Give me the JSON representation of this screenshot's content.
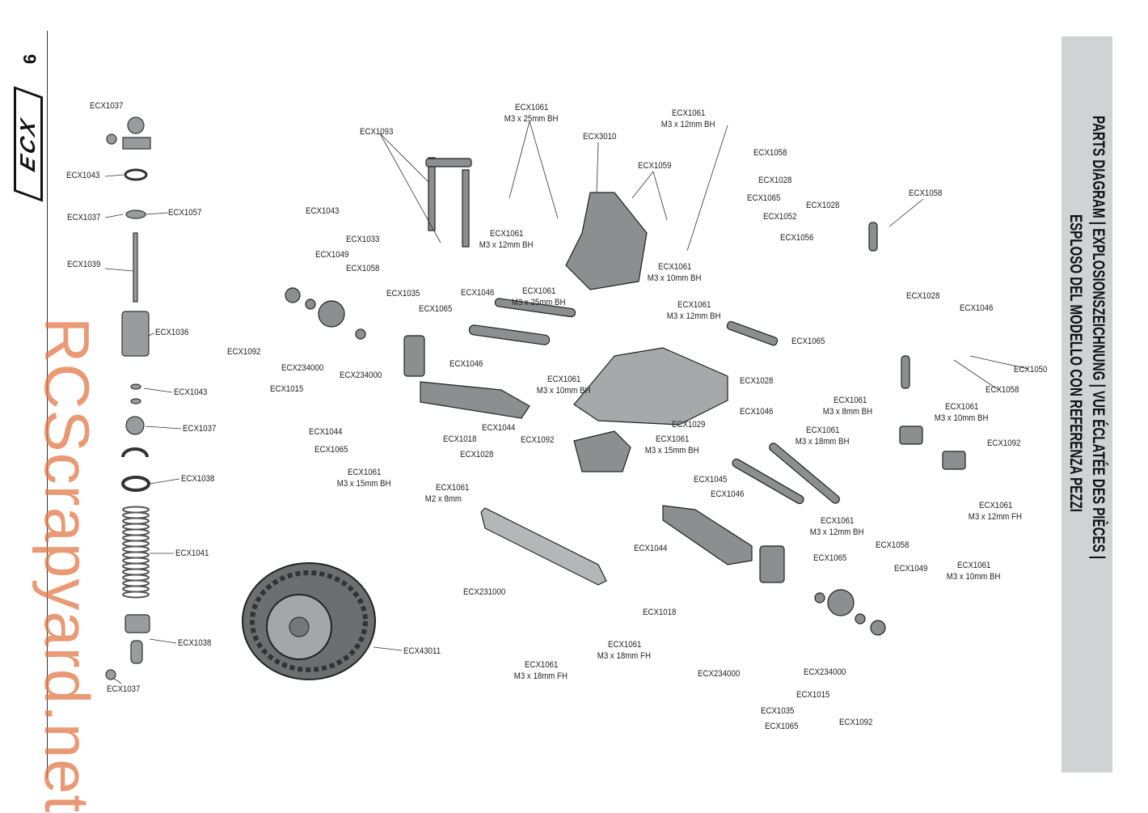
{
  "page_number": "9",
  "logo_text": "ECX",
  "title": {
    "line1": "PARTS DIAGRAM | EXPLOSIONSZEICHNUNG | VUE ÉCLATÉE DES PIÈCES |",
    "line2": "ESPLOSO DEL MODELLO CON REFERENZA PEZZI"
  },
  "watermark": "RCScrapyard.net",
  "colors": {
    "band": "#d1d2d4",
    "watermark": "#e2784a",
    "parts": "#8a8b8d"
  },
  "labels": [
    {
      "part": "ECX1037"
    },
    {
      "part": "ECX1043"
    },
    {
      "part": "ECX1037"
    },
    {
      "part": "ECX1057"
    },
    {
      "part": "ECX1039"
    },
    {
      "part": "ECX1036"
    },
    {
      "part": "ECX1043"
    },
    {
      "part": "ECX1037"
    },
    {
      "part": "ECX1038"
    },
    {
      "part": "ECX1041"
    },
    {
      "part": "ECX1037"
    },
    {
      "part": "ECX1038"
    },
    {
      "part": "ECX1093"
    },
    {
      "part": "ECX1043"
    },
    {
      "part": "ECX1033"
    },
    {
      "part": "ECX1049"
    },
    {
      "part": "ECX1058"
    },
    {
      "part": "ECX1092"
    },
    {
      "part": "ECX1035"
    },
    {
      "part": "ECX1065"
    },
    {
      "part": "ECX234000"
    },
    {
      "part": "ECX234000"
    },
    {
      "part": "ECX1015"
    },
    {
      "part": "ECX1044"
    },
    {
      "part": "ECX1065"
    },
    {
      "part": "ECX1061",
      "size": "M3 x 15mm BH"
    },
    {
      "part": "ECX1046"
    },
    {
      "part": "ECX1046"
    },
    {
      "part": "ECX1018"
    },
    {
      "part": "ECX1044"
    },
    {
      "part": "ECX1028"
    },
    {
      "part": "ECX1092"
    },
    {
      "part": "ECX1061",
      "size": "M3 x 25mm BH"
    },
    {
      "part": "ECX3010"
    },
    {
      "part": "ECX1061",
      "size": "M3 x 12mm BH"
    },
    {
      "part": "ECX1061",
      "size": "M3 x 25mm BH"
    },
    {
      "part": "ECX1061",
      "size": "M3 x 10mm BH"
    },
    {
      "part": "ECX1061",
      "size": "M3 x 12mm BH"
    },
    {
      "part": "ECX1059"
    },
    {
      "part": "ECX1061",
      "size": "M3 x 10mm BH"
    },
    {
      "part": "ECX1061",
      "size": "M3 x 12mm BH"
    },
    {
      "part": "ECX1029"
    },
    {
      "part": "ECX1061",
      "size": "M3 x 15mm BH"
    },
    {
      "part": "ECX1061",
      "size": "M2 x 8mm"
    },
    {
      "part": "ECX231000"
    },
    {
      "part": "ECX1061",
      "size": "M3 x 18mm FH"
    },
    {
      "part": "ECX1061",
      "size": "M3 x 18mm FH"
    },
    {
      "part": "ECX43011"
    },
    {
      "part": "ECX1044"
    },
    {
      "part": "ECX1018"
    },
    {
      "part": "ECX1045"
    },
    {
      "part": "ECX1046"
    },
    {
      "part": "ECX1046"
    },
    {
      "part": "ECX234000"
    },
    {
      "part": "ECX1035"
    },
    {
      "part": "ECX1065"
    },
    {
      "part": "ECX234000"
    },
    {
      "part": "ECX1015"
    },
    {
      "part": "ECX1092"
    },
    {
      "part": "ECX1065"
    },
    {
      "part": "ECX1061",
      "size": "M3 x 12mm BH"
    },
    {
      "part": "ECX1058"
    },
    {
      "part": "ECX1049"
    },
    {
      "part": "ECX1061",
      "size": "M3 x 10mm BH"
    },
    {
      "part": "ECX1061",
      "size": "M3 x 12mm FH"
    },
    {
      "part": "ECX1092"
    },
    {
      "part": "ECX1061",
      "size": "M3 x 18mm BH"
    },
    {
      "part": "ECX1061",
      "size": "M3 x 8mm BH"
    },
    {
      "part": "ECX1061",
      "size": "M3 x 10mm BH"
    },
    {
      "part": "ECX1058"
    },
    {
      "part": "ECX1050"
    },
    {
      "part": "ECX1046"
    },
    {
      "part": "ECX1028"
    },
    {
      "part": "ECX1058"
    },
    {
      "part": "ECX1028"
    },
    {
      "part": "ECX1058"
    },
    {
      "part": "ECX1028"
    },
    {
      "part": "ECX1065"
    },
    {
      "part": "ECX1052"
    },
    {
      "part": "ECX1056"
    },
    {
      "part": "ECX1065"
    },
    {
      "part": "ECX1028"
    }
  ]
}
